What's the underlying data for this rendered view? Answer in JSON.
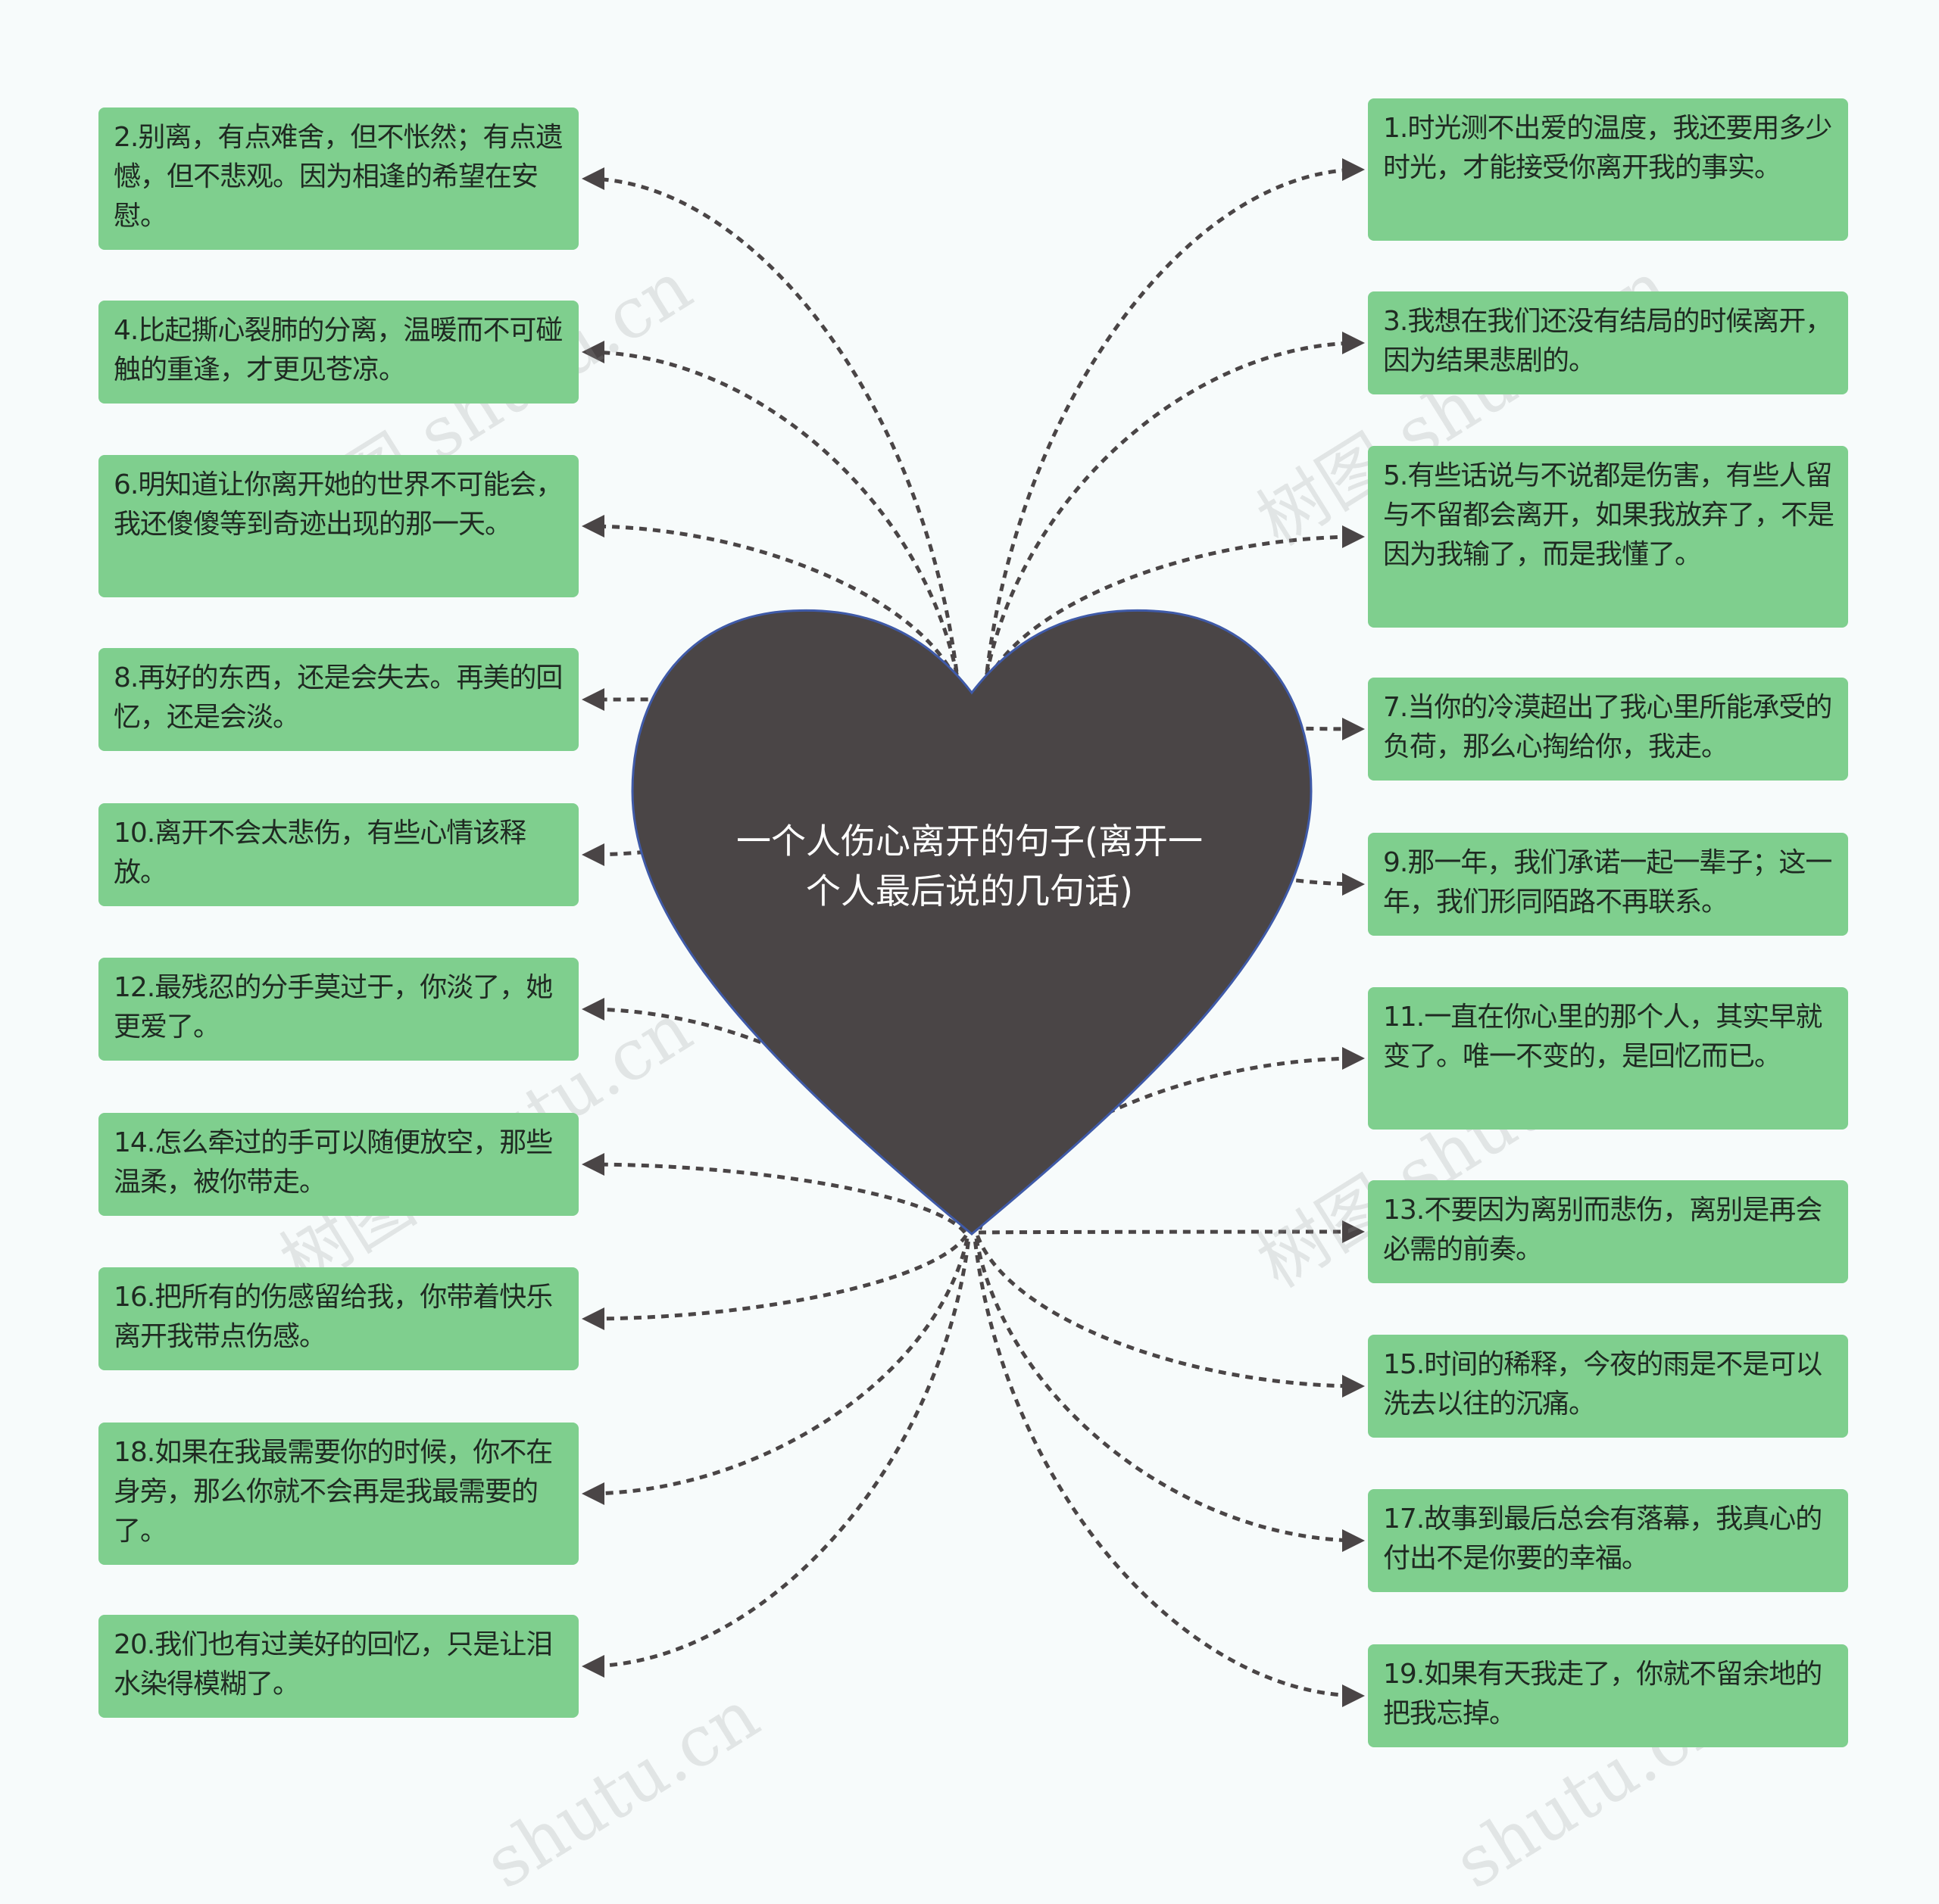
{
  "center": {
    "title": "一个人伤心离开的句子(离开一个人最后说的几句话)"
  },
  "colors": {
    "node_bg": "#7fcf8e",
    "heart": "#4a4546",
    "heart_border": "#3f5aa8",
    "connector": "#4a4546",
    "background": "#f7fbfb"
  },
  "left_nodes": [
    {
      "text": "2.别离，有点难舍，但不怅然；有点遗憾，但不悲观。因为相逢的希望在安慰。"
    },
    {
      "text": "4.比起撕心裂肺的分离，温暖而不可碰触的重逢，才更见苍凉。"
    },
    {
      "text": "6.明知道让你离开她的世界不可能会，我还傻傻等到奇迹出现的那一天。"
    },
    {
      "text": "8.再好的东西，还是会失去。再美的回忆，还是会淡。"
    },
    {
      "text": "10.离开不会太悲伤，有些心情该释放。"
    },
    {
      "text": "12.最残忍的分手莫过于，你淡了，她更爱了。"
    },
    {
      "text": "14.怎么牵过的手可以随便放空，那些温柔，被你带走。"
    },
    {
      "text": "16.把所有的伤感留给我，你带着快乐离开我带点伤感。"
    },
    {
      "text": "18.如果在我最需要你的时候，你不在身旁，那么你就不会再是我最需要的了。"
    },
    {
      "text": "20.我们也有过美好的回忆，只是让泪水染得模糊了。"
    }
  ],
  "right_nodes": [
    {
      "text": "1.时光测不出爱的温度，我还要用多少时光，才能接受你离开我的事实。"
    },
    {
      "text": "3.我想在我们还没有结局的时候离开，因为结果悲剧的。"
    },
    {
      "text": "5.有些话说与不说都是伤害，有些人留与不留都会离开，如果我放弃了，不是因为我输了，而是我懂了。"
    },
    {
      "text": "7.当你的冷漠超出了我心里所能承受的负荷，那么心掏给你，我走。"
    },
    {
      "text": "9.那一年，我们承诺一起一辈子；这一年，我们形同陌路不再联系。"
    },
    {
      "text": "11.一直在你心里的那个人，其实早就变了。唯一不变的，是回忆而已。"
    },
    {
      "text": "13.不要因为离别而悲伤，离别是再会必需的前奏。"
    },
    {
      "text": "15.时间的稀释，今夜的雨是不是可以洗去以往的沉痛。"
    },
    {
      "text": "17.故事到最后总会有落幕，我真心的付出不是你要的幸福。"
    },
    {
      "text": "19.如果有天我走了，你就不留余地的把我忘掉。"
    }
  ],
  "watermarks": [
    "树图 shutu.cn",
    "树图 shutu.cn",
    "树图 shutu.cn",
    "树图 shutu.cn",
    "shutu.cn",
    "shutu.cn"
  ]
}
